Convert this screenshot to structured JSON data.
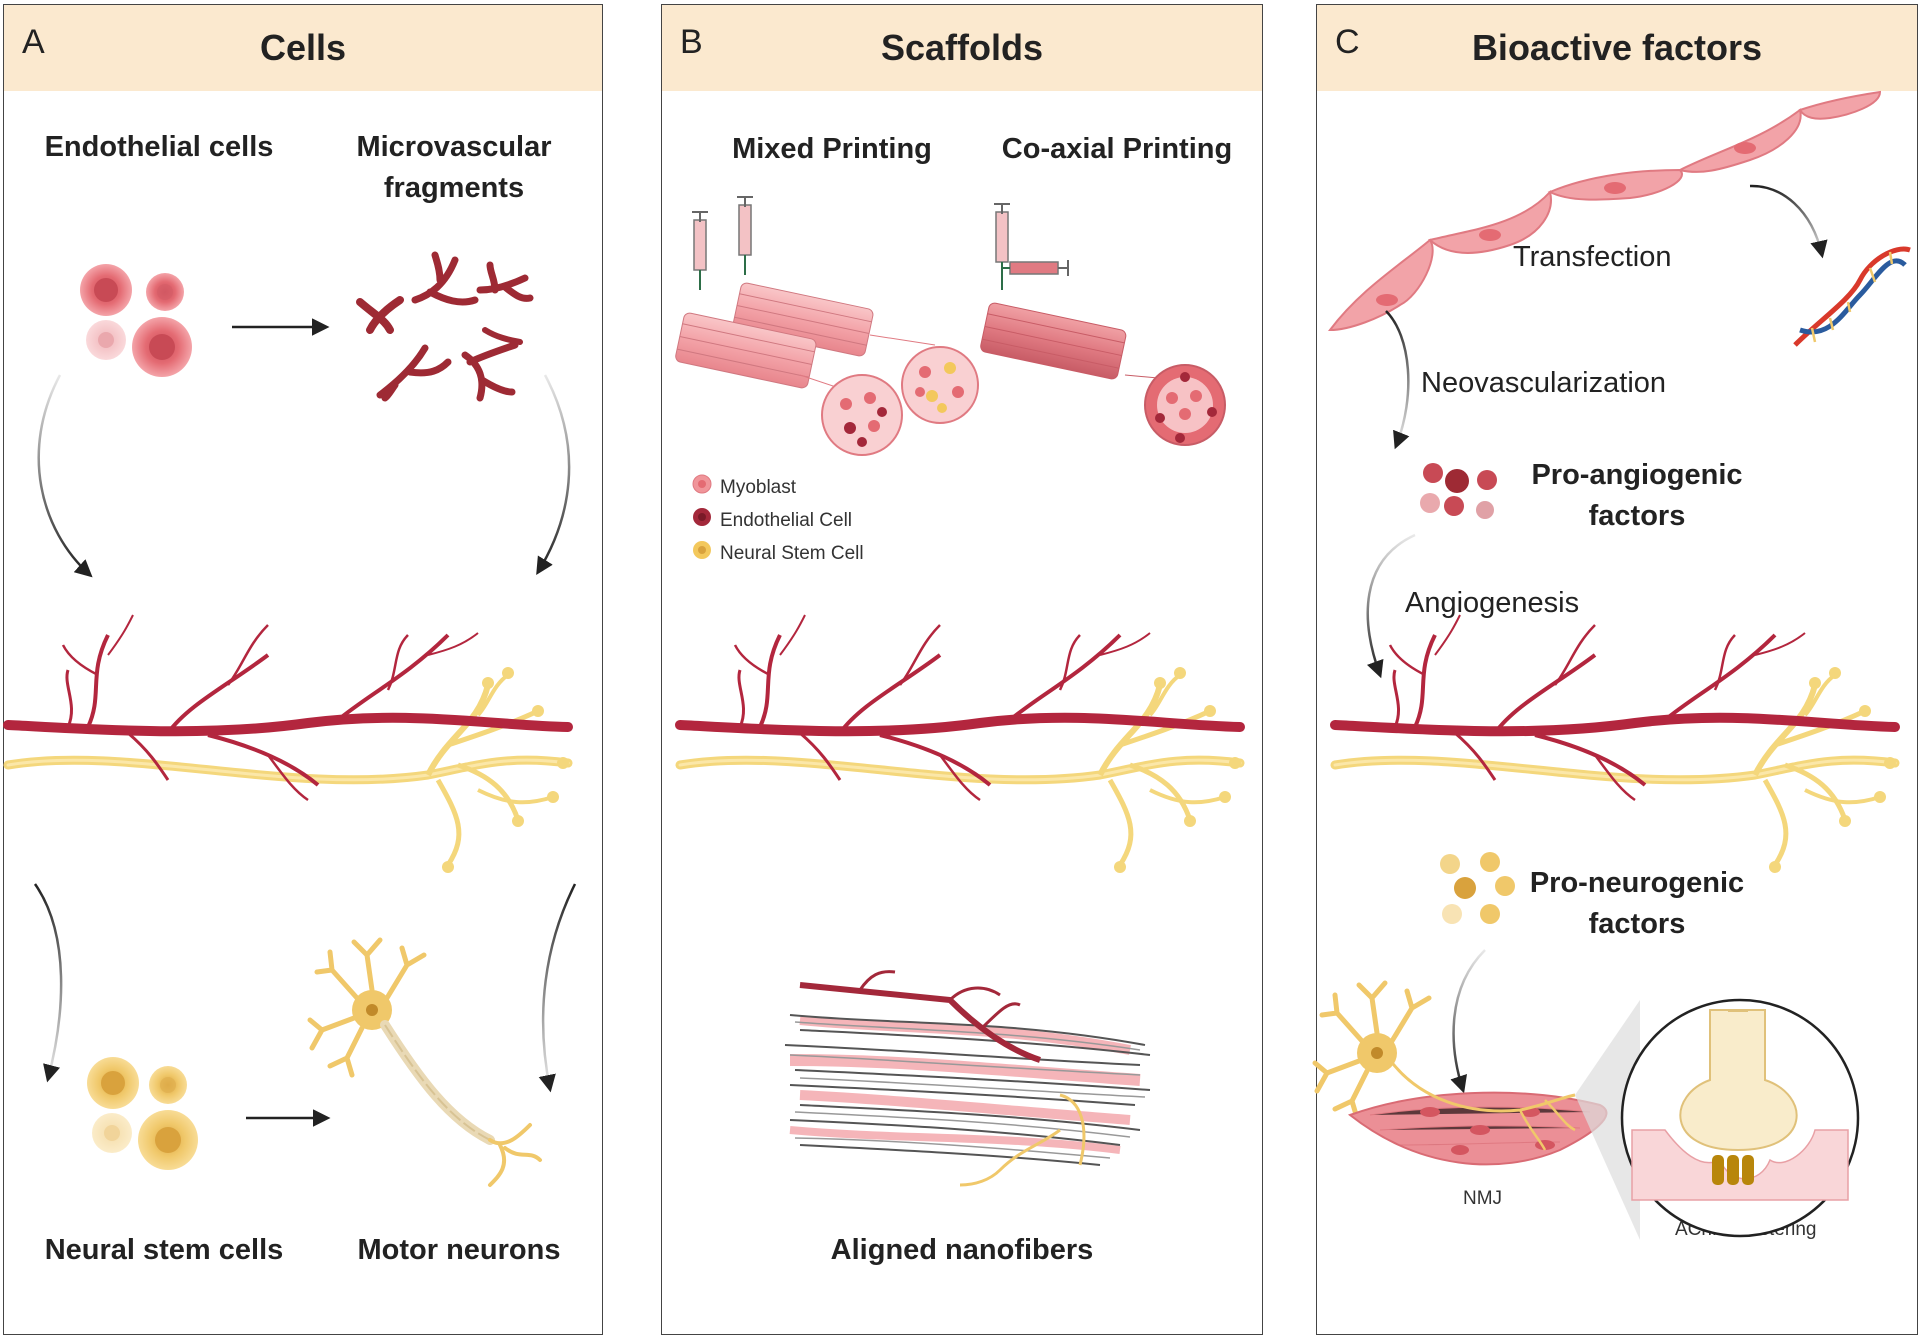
{
  "panels": {
    "a": {
      "letter": "A",
      "title": "Cells",
      "labels": {
        "endothelial": "Endothelial cells",
        "microvascular": "Microvascular fragments",
        "neural_stem": "Neural stem cells",
        "motor_neurons": "Motor neurons"
      }
    },
    "b": {
      "letter": "B",
      "title": "Scaffolds",
      "labels": {
        "mixed": "Mixed Printing",
        "coaxial": "Co-axial Printing",
        "nanofibers": "Aligned nanofibers"
      },
      "legend": [
        {
          "label": "Myoblast",
          "color": "#f0959a"
        },
        {
          "label": "Endothelial Cell",
          "color": "#a3283a"
        },
        {
          "label": "Neural Stem Cell",
          "color": "#f3c85c"
        }
      ]
    },
    "c": {
      "letter": "C",
      "title": "Bioactive factors",
      "labels": {
        "transfection": "Transfection",
        "neovascularization": "Neovascularization",
        "pro_angiogenic": "Pro-angiogenic factors",
        "angiogenesis": "Angiogenesis",
        "pro_neurogenic": "Pro-neurogenic factors",
        "nmj": "NMJ",
        "achr": "AChR Clustering"
      }
    }
  },
  "colors": {
    "header_bg": "#fbe9cf",
    "vessel": "#b3263e",
    "nerve": "#f4d77c",
    "muscle": "#f2a3a8",
    "cell_red": "#e46b73",
    "cell_yellow": "#f0c86a"
  }
}
